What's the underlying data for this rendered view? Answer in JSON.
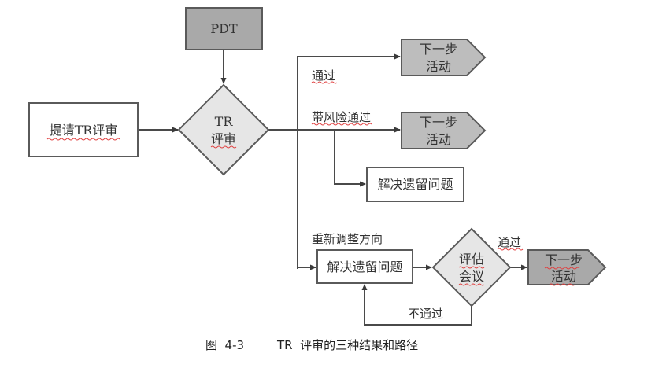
{
  "diagram": {
    "nodes": {
      "pdt": {
        "label": "PDT",
        "shape": "rectangle",
        "fill": "#a9a9a9"
      },
      "submit": {
        "label": "提请TR评审",
        "shape": "rectangle",
        "fill": "#ffffff"
      },
      "tr_review": {
        "label_line1": "TR",
        "label_line2": "评审",
        "shape": "diamond",
        "fill": "#e6e6e6"
      },
      "next1": {
        "label_line1": "下一步",
        "label_line2": "活动",
        "shape": "pentagon-arrow",
        "fill": "#bdbdbd"
      },
      "next2": {
        "label_line1": "下一步",
        "label_line2": "活动",
        "shape": "pentagon-arrow",
        "fill": "#bdbdbd"
      },
      "resolve1": {
        "label": "解决遗留问题",
        "shape": "rectangle",
        "fill": "#ffffff"
      },
      "resolve2": {
        "label": "解决遗留问题",
        "shape": "rectangle",
        "fill": "#ffffff"
      },
      "eval_meeting": {
        "label_line1": "评估",
        "label_line2": "会议",
        "shape": "diamond",
        "fill": "#e6e6e6"
      },
      "next3": {
        "label_line1": "下一步",
        "label_line2": "活动",
        "shape": "pentagon-arrow",
        "fill": "#a9a9a9"
      }
    },
    "edge_labels": {
      "pass": "通过",
      "pass_with_risk": "带风险通过",
      "redirect": "重新调整方向",
      "eval_pass": "通过",
      "eval_fail": "不通过"
    },
    "edges": [
      {
        "from": "pdt",
        "to": "tr_review"
      },
      {
        "from": "submit",
        "to": "tr_review"
      },
      {
        "from": "tr_review",
        "to": "next1",
        "label": "通过"
      },
      {
        "from": "tr_review",
        "to": "next2",
        "label": "带风险通过"
      },
      {
        "from": "tr_review",
        "to": "resolve1",
        "label": "带风险通过"
      },
      {
        "from": "tr_review",
        "to": "resolve2",
        "label": "重新调整方向"
      },
      {
        "from": "resolve2",
        "to": "eval_meeting"
      },
      {
        "from": "eval_meeting",
        "to": "next3",
        "label": "通过"
      },
      {
        "from": "eval_meeting",
        "to": "resolve2",
        "label": "不通过"
      }
    ]
  },
  "caption": {
    "figure_no": "图  4-3",
    "title": "TR  评审的三种结果和路径"
  },
  "colors": {
    "line": "#4a4a4a",
    "spellcheck_underline": "#e04040"
  }
}
